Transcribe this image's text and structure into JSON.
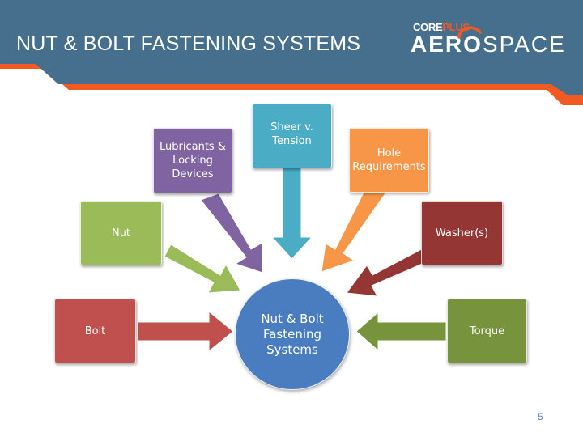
{
  "header": {
    "title": "NUT & BOLT FASTENING SYSTEMS",
    "logo": {
      "top_left": "CORE",
      "top_right": "PLUS",
      "main_left": "AERO",
      "main_right": "SPACE"
    }
  },
  "colors": {
    "banner": "#456f8c",
    "accent": "#f15a22",
    "center": "#4a7cc0",
    "lubricants": "#8064a2",
    "sheer": "#4bacc6",
    "hole": "#f79646",
    "washer": "#943634",
    "nut": "#9bbb59",
    "bolt": "#c0504d",
    "torque": "#77933c"
  },
  "diagram": {
    "center": "Nut & Bolt\nFastening\nSystems",
    "nodes": [
      {
        "id": "lubricants",
        "label": "Lubricants &\nLocking\nDevices"
      },
      {
        "id": "sheer",
        "label": "Sheer v.\nTension"
      },
      {
        "id": "hole",
        "label": "Hole\nRequirements"
      },
      {
        "id": "nut",
        "label": "Nut"
      },
      {
        "id": "washer",
        "label": "Washer(s)"
      },
      {
        "id": "bolt",
        "label": "Bolt"
      },
      {
        "id": "torque",
        "label": "Torque"
      }
    ]
  },
  "page_number": "5"
}
